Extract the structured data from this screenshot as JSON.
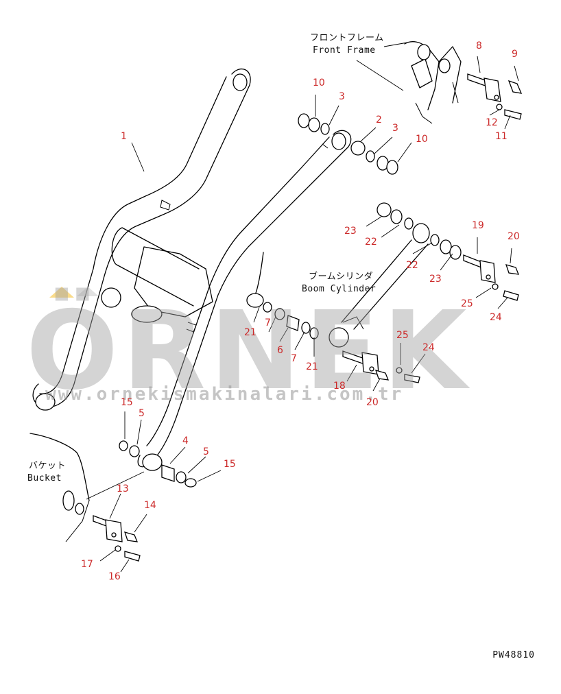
{
  "labels": {
    "front_frame_jp": "フロントフレーム",
    "front_frame_en": "Front Frame",
    "boom_cylinder_jp": "ブームシリンダ",
    "boom_cylinder_en": "Boom Cylinder",
    "bucket_jp": "バケット",
    "bucket_en": "Bucket"
  },
  "watermark": {
    "brand": "ÖRNEK",
    "url": "www.ornekismakinalari.com.tr"
  },
  "drawing_code": "PW48810",
  "callouts": {
    "c1": "1",
    "c2": "2",
    "c3a": "3",
    "c3b": "3",
    "c4": "4",
    "c5a": "5",
    "c5b": "5",
    "c6": "6",
    "c7a": "7",
    "c7b": "7",
    "c8": "8",
    "c9": "9",
    "c10a": "10",
    "c10b": "10",
    "c11": "11",
    "c12": "12",
    "c13": "13",
    "c14": "14",
    "c15a": "15",
    "c15b": "15",
    "c16": "16",
    "c17": "17",
    "c18": "18",
    "c19": "19",
    "c20a": "20",
    "c20b": "20",
    "c21a": "21",
    "c21b": "21",
    "c22a": "22",
    "c22b": "22",
    "c23a": "23",
    "c23b": "23",
    "c24a": "24",
    "c24b": "24",
    "c25a": "25",
    "c25b": "25"
  },
  "colors": {
    "callout": "#cc2a2a",
    "line": "#000000",
    "watermark": "#a0a0a0",
    "watermark_accent": "#f5be28"
  }
}
